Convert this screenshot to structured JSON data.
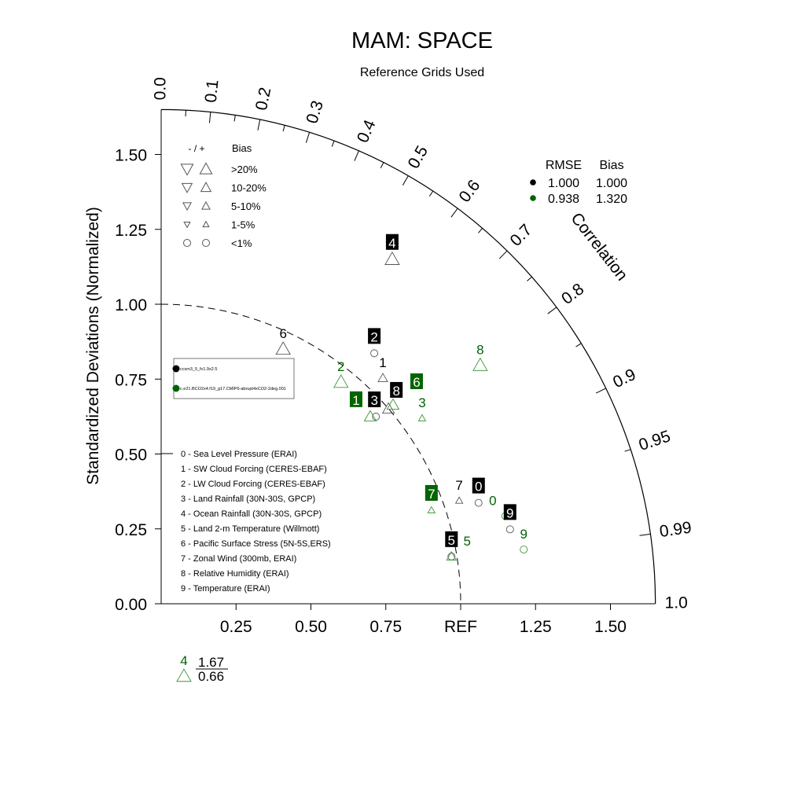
{
  "chart_data": {
    "type": "scatter",
    "subtype": "taylor-diagram",
    "title": "MAM: SPACE",
    "subtitle": "Reference Grids Used",
    "ylabel": "Standardized Deviations (Normalized)",
    "angular_label": "Correlation",
    "std_range": [
      0,
      1.65
    ],
    "y_ticks": [
      "0.00",
      "0.25",
      "0.50",
      "0.75",
      "1.00",
      "1.25",
      "1.50"
    ],
    "y_tick_values": [
      0,
      0.25,
      0.5,
      0.75,
      1.0,
      1.25,
      1.5
    ],
    "x_ticks": [
      "0.25",
      "0.50",
      "0.75",
      "REF",
      "1.25",
      "1.50"
    ],
    "x_tick_values": [
      0.25,
      0.5,
      0.75,
      1.0,
      1.25,
      1.5
    ],
    "corr_ticks": [
      "0.0",
      "0.1",
      "0.2",
      "0.3",
      "0.4",
      "0.5",
      "0.6",
      "0.7",
      "0.8",
      "0.9",
      "0.95",
      "0.99",
      "1.0"
    ],
    "corr_tick_values": [
      0,
      0.1,
      0.2,
      0.3,
      0.4,
      0.5,
      0.6,
      0.7,
      0.8,
      0.9,
      0.95,
      0.99,
      1.0
    ],
    "reference_std": 1.0,
    "bias_legend": {
      "header_sign": "- / +",
      "header_bias": "Bias",
      "rows": [
        ">20%",
        "10-20%",
        "5-10%",
        "1-5%",
        "<1%"
      ]
    },
    "models": [
      {
        "name": "ccsm3_5_fv1.9x2.5",
        "color": "#000000"
      },
      {
        "name": "c.e21.BCO2x4.f19_g17.CMIP6-abrupt4xCO2-2deg.001",
        "color": "#006400"
      }
    ],
    "summary": {
      "headers": [
        "RMSE",
        "Bias"
      ],
      "rows": [
        [
          "1.000",
          "1.000"
        ],
        [
          "0.938",
          "1.320"
        ]
      ]
    },
    "cases": [
      "0 - Sea Level Pressure (ERAI)",
      "1 - SW Cloud Forcing (CERES-EBAF)",
      "2 - LW Cloud Forcing (CERES-EBAF)",
      "3 - Land Rainfall (30N-30S, GPCP)",
      "4 - Ocean Rainfall (30N-30S, GPCP)",
      "5 - Land 2-m Temperature (Willmott)",
      "6 - Pacific Surface Stress (5N-5S,ERS)",
      "7 - Zonal Wind (300mb, ERAI)",
      "8 - Relative Humidity (ERAI)",
      "9 - Temperature (ERAI)"
    ],
    "series": [
      {
        "model": 0,
        "points": [
          {
            "label": "0",
            "std": 1.112,
            "corr": 0.953,
            "bias": "<1%",
            "boxed": true
          },
          {
            "label": "1",
            "std": 1.056,
            "corr": 0.701,
            "bias": "5-10%",
            "boxed": false
          },
          {
            "label": "2",
            "std": 1.098,
            "corr": 0.648,
            "bias": "<1%",
            "boxed": true
          },
          {
            "label": "3",
            "std": 0.951,
            "corr": 0.754,
            "bias": "<1%",
            "boxed": true
          },
          {
            "label": "4",
            "std": 1.385,
            "corr": 0.557,
            "bias": ">20%",
            "boxed": true
          },
          {
            "label": "5",
            "std": 0.982,
            "corr": 0.987,
            "bias": "<1%",
            "boxed": true
          },
          {
            "label": "6",
            "std": 0.943,
            "corr": 0.432,
            "bias": ">20%",
            "boxed": false
          },
          {
            "label": "7",
            "std": 1.053,
            "corr": 0.945,
            "bias": "1-5%",
            "boxed": false
          },
          {
            "label": "8",
            "std": 1.0,
            "corr": 0.759,
            "bias": "10-20%",
            "boxed": true
          },
          {
            "label": "9",
            "std": 1.191,
            "corr": 0.978,
            "bias": "<1%",
            "boxed": true
          }
        ]
      },
      {
        "model": 1,
        "points": [
          {
            "label": "0",
            "std": 1.186,
            "corr": 0.969,
            "bias": "<1%",
            "boxed": false
          },
          {
            "label": "1",
            "std": 0.937,
            "corr": 0.745,
            "bias": "10-20%",
            "boxed": true
          },
          {
            "label": "2",
            "std": 0.953,
            "corr": 0.63,
            "bias": ">20%",
            "boxed": false
          },
          {
            "label": "3",
            "std": 1.069,
            "corr": 0.815,
            "bias": "1-5%",
            "boxed": false
          },
          {
            "label": "5",
            "std": 0.982,
            "corr": 0.987,
            "bias": "5-10%",
            "boxed": false
          },
          {
            "label": "6",
            "std": 1.02,
            "corr": 0.759,
            "bias": "10-20%",
            "boxed": true
          },
          {
            "label": "7",
            "std": 0.955,
            "corr": 0.945,
            "bias": "1-5%",
            "boxed": true
          },
          {
            "label": "8",
            "std": 1.33,
            "corr": 0.801,
            "bias": ">20%",
            "boxed": false
          },
          {
            "label": "9",
            "std": 1.224,
            "corr": 0.989,
            "bias": "<1%",
            "boxed": false
          }
        ]
      }
    ],
    "outliers": [
      {
        "model": 1,
        "label": "4",
        "std": "1.67",
        "corr": "0.66",
        "bias": ">20%"
      }
    ]
  }
}
